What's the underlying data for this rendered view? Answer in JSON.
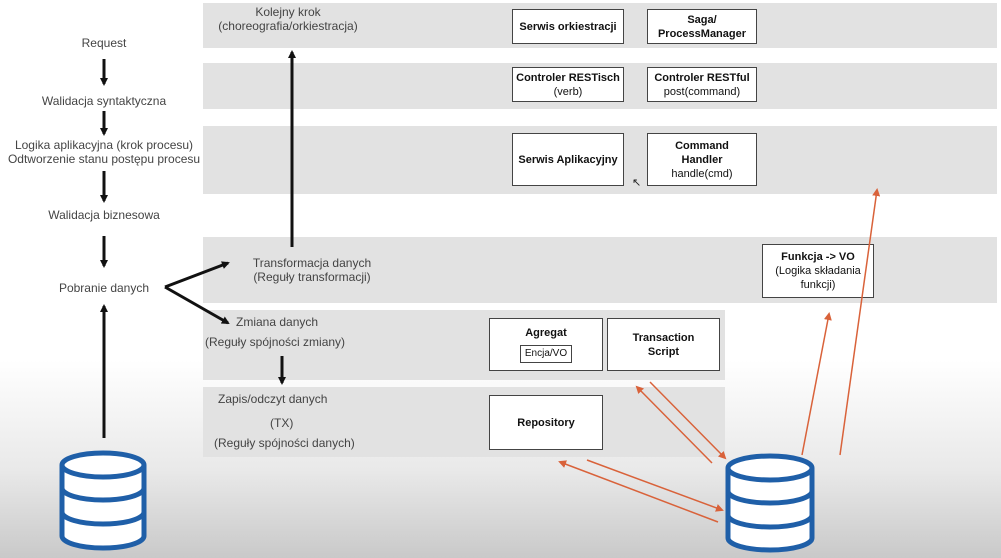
{
  "left_flow": {
    "request": "Request",
    "syntax_validation": "Walidacja syntaktyczna",
    "app_logic_line1": "Logika aplikacyjna (krok procesu)",
    "app_logic_line2": "Odtworzenie stanu postępu procesu",
    "business_validation": "Walidacja biznesowa",
    "data_fetch": "Pobranie danych"
  },
  "bands": {
    "next_step_line1": "Kolejny krok",
    "next_step_line2": "(choreografia/orkiestracja)",
    "transform_line1": "Transformacja danych",
    "transform_line2": "(Reguły transformacji)",
    "change_line1": "Zmiana danych",
    "change_line2": "(Reguły spójności zmiany)",
    "rw_line1": "Zapis/odczyt danych",
    "rw_line2": "(TX)",
    "rw_line3": "(Reguły spójności danych)"
  },
  "boxes": {
    "orchestration": "Serwis orkiestracji",
    "saga_line1": "Saga/",
    "saga_line2": "ProcessManager",
    "rest_ish_line1": "Controler RESTisch",
    "rest_ish_line2": "(verb)",
    "restful_line1": "Controler RESTful",
    "restful_line2": "post(command)",
    "app_service": "Serwis Aplikacyjny",
    "cmd_line1": "Command",
    "cmd_line2": "Handler",
    "cmd_line3": "handle(cmd)",
    "func_line1": "Funkcja -> VO",
    "func_line2": "(Logika składania",
    "func_line3": "funkcji)",
    "aggregate": "Agregat",
    "entity_vo": "Encja/VO",
    "ts_line1": "Transaction",
    "ts_line2": "Script",
    "repository": "Repository"
  },
  "icons": {
    "left_db": "database-icon",
    "right_db": "database-icon",
    "cursor": "mouse-cursor-icon"
  },
  "colors": {
    "band": "#e2e2e2",
    "orange_arrow": "#d9623a",
    "db_blue": "#1f5fa8"
  }
}
